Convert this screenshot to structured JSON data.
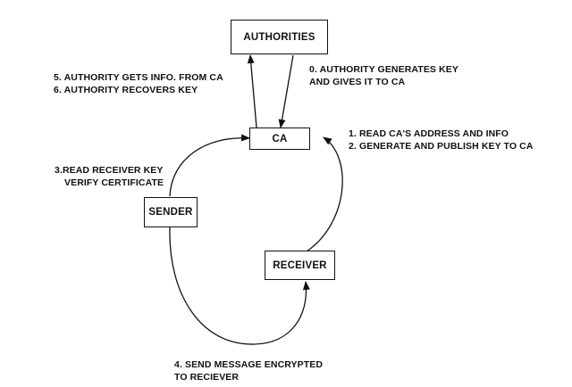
{
  "nodes": {
    "authorities": "AUTHORITIES",
    "ca": "CA",
    "sender": "SENDER",
    "receiver": "RECEIVER"
  },
  "labels": {
    "authority_generates": [
      "0. AUTHORITY GENERATES KEY",
      "AND GIVES IT TO CA"
    ],
    "authority_gets": [
      "5. AUTHORITY GETS INFO. FROM CA",
      "6. AUTHORITY RECOVERS KEY"
    ],
    "receiver_steps": [
      "1. READ CA'S ADDRESS AND INFO",
      "2. GENERATE AND PUBLISH KEY TO CA"
    ],
    "sender_reads": [
      "3.READ RECEIVER KEY",
      "VERIFY CERTIFICATE"
    ],
    "send_message": [
      "4. SEND MESSAGE ENCRYPTED",
      "TO RECIEVER"
    ]
  },
  "colors": {
    "line": "#111111",
    "text": "#111111",
    "background": "#ffffff"
  }
}
